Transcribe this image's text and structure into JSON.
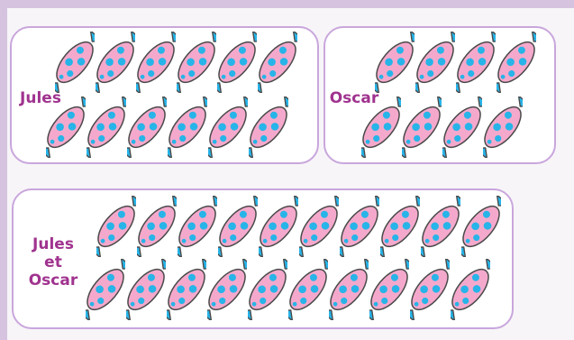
{
  "boxes": [
    {
      "label": [
        "Jules"
      ],
      "rows": [
        6,
        6
      ]
    },
    {
      "label": [
        "Oscar"
      ],
      "rows": [
        4,
        4
      ]
    },
    {
      "label": [
        "Jules",
        "et",
        "Oscar"
      ],
      "rows": [
        10,
        10
      ]
    }
  ],
  "colors": {
    "candy_body": "#f4a9cc",
    "candy_spots": "#27b4e8",
    "candy_outline": "#4a4a4a",
    "label_text": "#a0338f",
    "box_border": "#c9a6dc",
    "page_frame": "#d6c3e0"
  }
}
